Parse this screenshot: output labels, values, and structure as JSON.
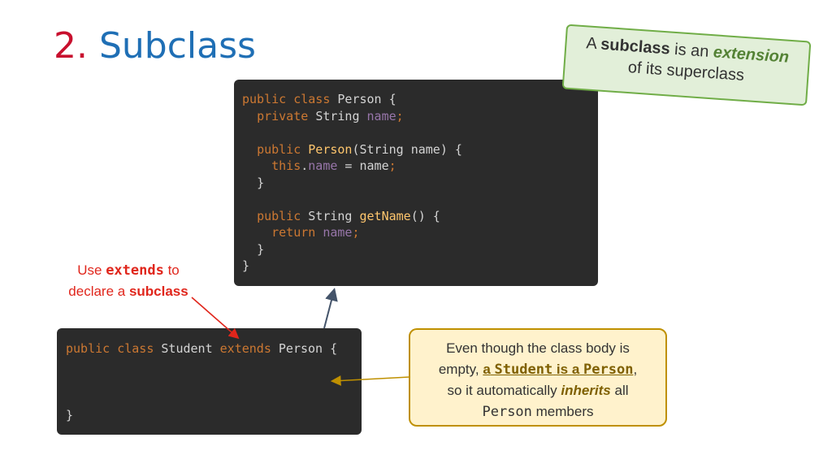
{
  "title": {
    "number": "2.",
    "text": "Subclass"
  },
  "person_code": {
    "l1": {
      "kw1": "public",
      "kw2": "class",
      "name": "Person",
      "brace": "{"
    },
    "l2": {
      "kw": "private",
      "type": "String",
      "field": "name",
      "semi": ";"
    },
    "l4": {
      "kw": "public",
      "fn": "Person",
      "params": "(String name) {"
    },
    "l5": {
      "kw": "this",
      "dot": ".",
      "field": "name",
      "assign": " = name",
      "semi": ";"
    },
    "l6": "}",
    "l8": {
      "kw": "public",
      "type": "String",
      "fn": "getName",
      "rest": "() {"
    },
    "l9": {
      "kw": "return",
      "field": "name",
      "semi": ";"
    },
    "l10": "}",
    "l11": "}"
  },
  "student_code": {
    "kw1": "public",
    "kw2": "class",
    "name": "Student",
    "kw3": "extends",
    "parent": "Person {",
    "close": "}"
  },
  "green_note": {
    "a": "A",
    "subclass": "subclass",
    "is_an": "is an",
    "extension": "extension",
    "line2": "of its superclass"
  },
  "red_note": {
    "use": "Use",
    "extends": "extends",
    "to": "to",
    "declare": "declare a",
    "subclass": "subclass"
  },
  "yellow_note": {
    "line1": "Even though the class body is",
    "empty": "empty,",
    "hl_a": "a",
    "hl_student": "Student",
    "hl_is_a": "is a",
    "hl_person": "Person",
    "comma": ",",
    "line3a": "so it automatically",
    "inherits": "inherits",
    "line3b": "all",
    "person": "Person",
    "members": "members"
  },
  "colors": {
    "title_number": "#c8102e",
    "title_text": "#1f6fb5",
    "code_bg": "#2b2b2b",
    "keyword": "#cc7832",
    "field": "#9876aa",
    "function": "#ffc66d",
    "red_annotation": "#e0261c",
    "green_note_bg": "#e2efd9",
    "yellow_note_bg": "#fff2cc"
  }
}
